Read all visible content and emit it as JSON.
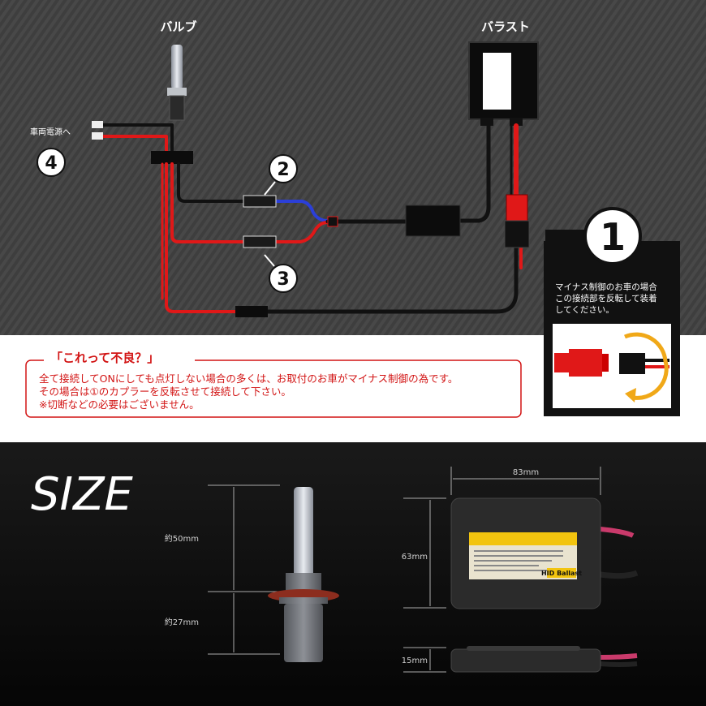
{
  "wiring": {
    "bulb_label": "バルブ",
    "ballast_label": "バラスト",
    "power_label": "車両電源へ",
    "marker_1": "1",
    "marker_2": "2",
    "marker_3": "3",
    "marker_4": "4"
  },
  "tip_box": {
    "lines": [
      "マイナス制御のお車の場合",
      "この接続部を反転して装着",
      "してください。"
    ]
  },
  "notice": {
    "title": "「これって不良？」",
    "lines": [
      "全て接続してONにしても点灯しない場合の多くは、お取付のお車がマイナス制御の為です。",
      "その場合は①のカプラーを反転させて接続して下さい。",
      "※切断などの必要はございません。"
    ]
  },
  "size_section": {
    "heading": "SIZE",
    "bulb_upper": "約50mm",
    "bulb_lower": "約27mm",
    "ballast_width": "83mm",
    "ballast_height": "63mm",
    "ballast_thickness": "15mm",
    "ballast_badge": "HID Ballast"
  },
  "colors": {
    "wire_red": "#e01818",
    "wire_black": "#111111",
    "wire_blue": "#2b3fd8",
    "notice_red": "#d21414"
  }
}
